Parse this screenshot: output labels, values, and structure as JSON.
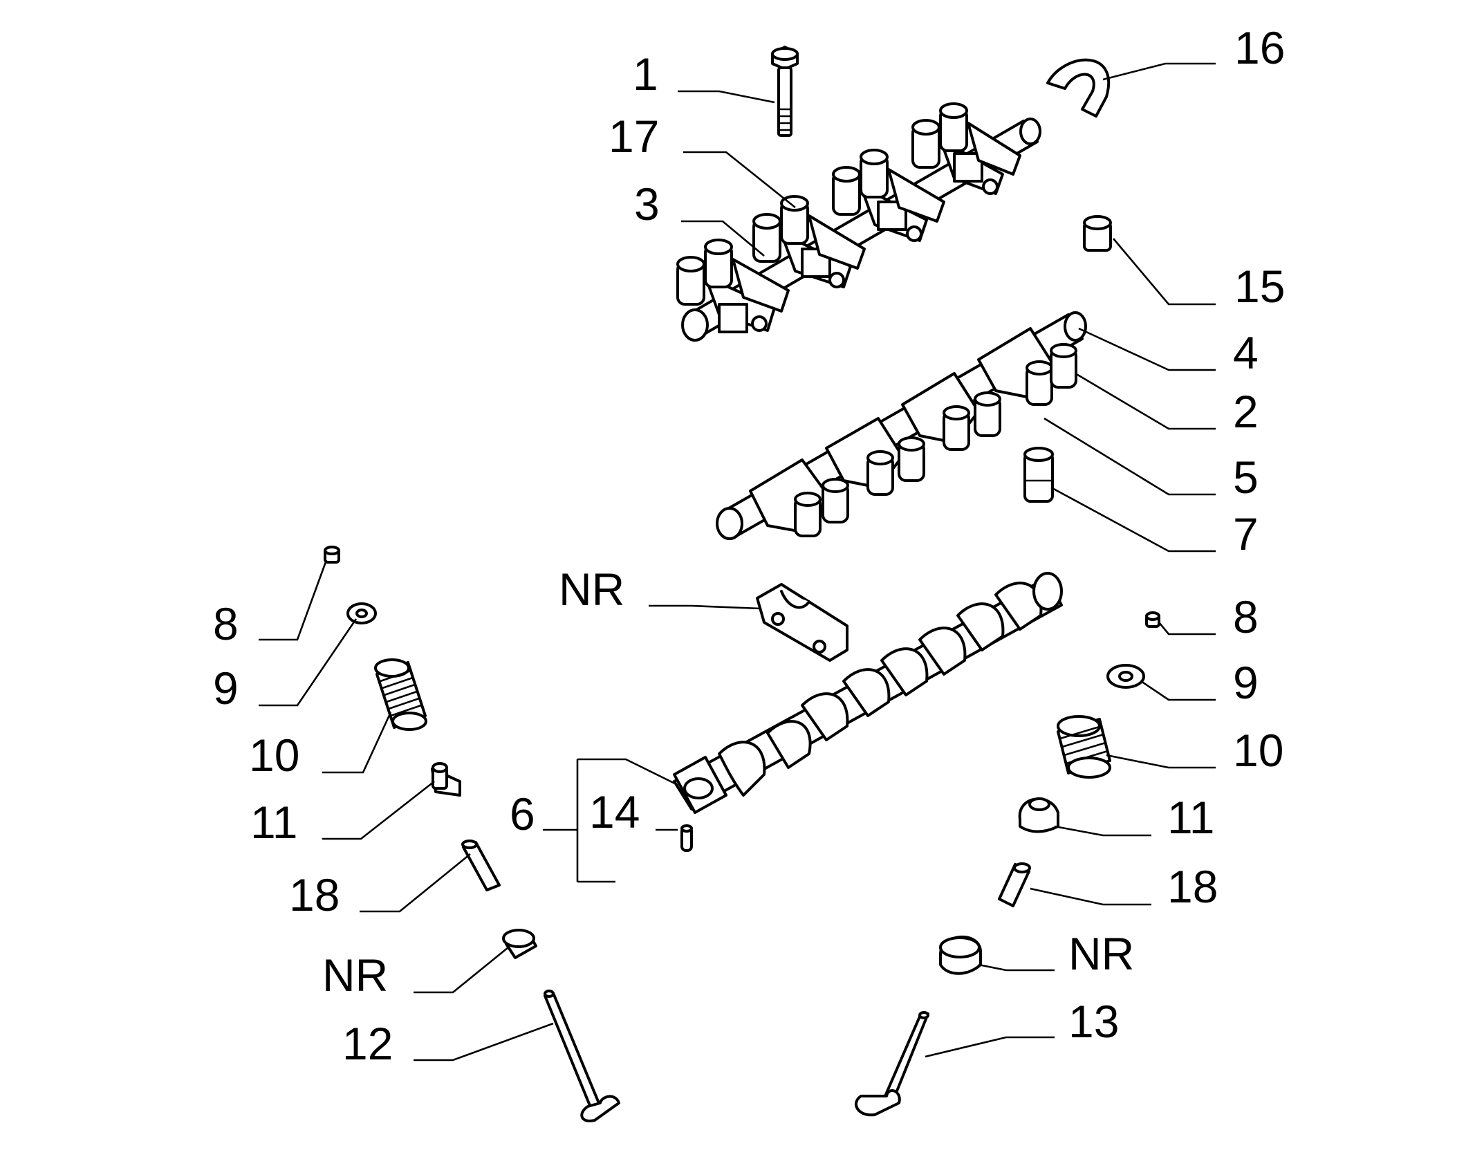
{
  "labels": {
    "p1": "1",
    "p2": "2",
    "p3": "3",
    "p4": "4",
    "p5": "5",
    "p6": "6",
    "p7": "7",
    "p8_left": "8",
    "p8_right": "8",
    "p9_left": "9",
    "p9_right": "9",
    "p10_left": "10",
    "p10_right": "10",
    "p11_left": "11",
    "p11_right": "11",
    "p12": "12",
    "p13": "13",
    "p14": "14",
    "p15": "15",
    "p16": "16",
    "p17": "17",
    "p18_left": "18",
    "p18_right": "18",
    "nr_top": "NR",
    "nr_left": "NR",
    "nr_right": "NR"
  },
  "parts": {
    "bolt": "1",
    "rocker_arm": "2",
    "rocker_shaft_exhaust": "3",
    "rocker_shaft_intake": "4",
    "rocker_arm_2": "5",
    "camshaft": "6",
    "hydraulic_tappet": "7",
    "valve_cotter": "8",
    "spring_retainer": "9",
    "valve_spring": "10",
    "valve_stem_seal": "11",
    "intake_valve": "12",
    "exhaust_valve": "13",
    "dowel_pin": "14",
    "bush": "15",
    "clip": "16",
    "rocker_arm_3": "17",
    "valve_guide": "18"
  },
  "colors": {
    "line": "#000000",
    "background": "#ffffff"
  }
}
